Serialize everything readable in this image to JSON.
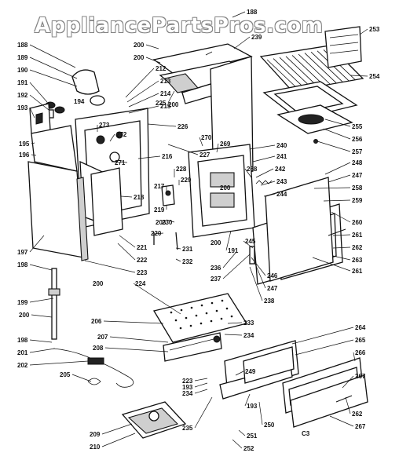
{
  "watermark": "AppliancePartsPros.com",
  "corner_mark": "C3",
  "labels": [
    {
      "id": "188a",
      "text": "188"
    },
    {
      "id": "188b",
      "text": "188"
    },
    {
      "id": "189",
      "text": "189"
    },
    {
      "id": "190",
      "text": "190"
    },
    {
      "id": "191a",
      "text": "191"
    },
    {
      "id": "192",
      "text": "192"
    },
    {
      "id": "193a",
      "text": "193"
    },
    {
      "id": "194",
      "text": "194"
    },
    {
      "id": "195",
      "text": "195"
    },
    {
      "id": "196",
      "text": "196"
    },
    {
      "id": "197",
      "text": "197"
    },
    {
      "id": "198a",
      "text": "198"
    },
    {
      "id": "198b",
      "text": "198"
    },
    {
      "id": "199",
      "text": "199"
    },
    {
      "id": "200a",
      "text": "200"
    },
    {
      "id": "200b",
      "text": "200"
    },
    {
      "id": "200c",
      "text": "200"
    },
    {
      "id": "200d",
      "text": "200"
    },
    {
      "id": "200e",
      "text": "200"
    },
    {
      "id": "200f",
      "text": "200"
    },
    {
      "id": "200g",
      "text": "200"
    },
    {
      "id": "201",
      "text": "201"
    },
    {
      "id": "202",
      "text": "202"
    },
    {
      "id": "203",
      "text": "203"
    },
    {
      "id": "205",
      "text": "205"
    },
    {
      "id": "206",
      "text": "206"
    },
    {
      "id": "207",
      "text": "207"
    },
    {
      "id": "208",
      "text": "208"
    },
    {
      "id": "209",
      "text": "209"
    },
    {
      "id": "210",
      "text": "210"
    },
    {
      "id": "212",
      "text": "212"
    },
    {
      "id": "213",
      "text": "213"
    },
    {
      "id": "214",
      "text": "214"
    },
    {
      "id": "215",
      "text": "215"
    },
    {
      "id": "216",
      "text": "216"
    },
    {
      "id": "217",
      "text": "217"
    },
    {
      "id": "218",
      "text": "218"
    },
    {
      "id": "219",
      "text": "219"
    },
    {
      "id": "220",
      "text": "220"
    },
    {
      "id": "221",
      "text": "221"
    },
    {
      "id": "222",
      "text": "222"
    },
    {
      "id": "223a",
      "text": "223"
    },
    {
      "id": "223b",
      "text": "223"
    },
    {
      "id": "224",
      "text": "224"
    },
    {
      "id": "225",
      "text": "225"
    },
    {
      "id": "226",
      "text": "226"
    },
    {
      "id": "227",
      "text": "227"
    },
    {
      "id": "228",
      "text": "228"
    },
    {
      "id": "229",
      "text": "229"
    },
    {
      "id": "230",
      "text": "230"
    },
    {
      "id": "231",
      "text": "231"
    },
    {
      "id": "232",
      "text": "232"
    },
    {
      "id": "233",
      "text": "233"
    },
    {
      "id": "234a",
      "text": "234"
    },
    {
      "id": "234b",
      "text": "234"
    },
    {
      "id": "235",
      "text": "235"
    },
    {
      "id": "236",
      "text": "236"
    },
    {
      "id": "237",
      "text": "237"
    },
    {
      "id": "238",
      "text": "238"
    },
    {
      "id": "239",
      "text": "239"
    },
    {
      "id": "240",
      "text": "240"
    },
    {
      "id": "241",
      "text": "241"
    },
    {
      "id": "242",
      "text": "242"
    },
    {
      "id": "243",
      "text": "243"
    },
    {
      "id": "244",
      "text": "244"
    },
    {
      "id": "245",
      "text": "245"
    },
    {
      "id": "246",
      "text": "246"
    },
    {
      "id": "247a",
      "text": "247"
    },
    {
      "id": "247b",
      "text": "247"
    },
    {
      "id": "248",
      "text": "248"
    },
    {
      "id": "249",
      "text": "249"
    },
    {
      "id": "250",
      "text": "250"
    },
    {
      "id": "251",
      "text": "251"
    },
    {
      "id": "252",
      "text": "252"
    },
    {
      "id": "253",
      "text": "253"
    },
    {
      "id": "254",
      "text": "254"
    },
    {
      "id": "255",
      "text": "255"
    },
    {
      "id": "256",
      "text": "256"
    },
    {
      "id": "257",
      "text": "257"
    },
    {
      "id": "258",
      "text": "258"
    },
    {
      "id": "259",
      "text": "259"
    },
    {
      "id": "260",
      "text": "260"
    },
    {
      "id": "261a",
      "text": "261"
    },
    {
      "id": "261b",
      "text": "261"
    },
    {
      "id": "262a",
      "text": "262"
    },
    {
      "id": "262b",
      "text": "262"
    },
    {
      "id": "263",
      "text": "263"
    },
    {
      "id": "264",
      "text": "264"
    },
    {
      "id": "265",
      "text": "265"
    },
    {
      "id": "266",
      "text": "266"
    },
    {
      "id": "267a",
      "text": "267"
    },
    {
      "id": "267b",
      "text": "267"
    },
    {
      "id": "268",
      "text": "268"
    },
    {
      "id": "269",
      "text": "269"
    },
    {
      "id": "270",
      "text": "270"
    },
    {
      "id": "271",
      "text": "271"
    },
    {
      "id": "272",
      "text": "272"
    },
    {
      "id": "273",
      "text": "273"
    },
    {
      "id": "191b",
      "text": "191"
    },
    {
      "id": "193b",
      "text": "193"
    },
    {
      "id": "193c",
      "text": "193"
    }
  ]
}
